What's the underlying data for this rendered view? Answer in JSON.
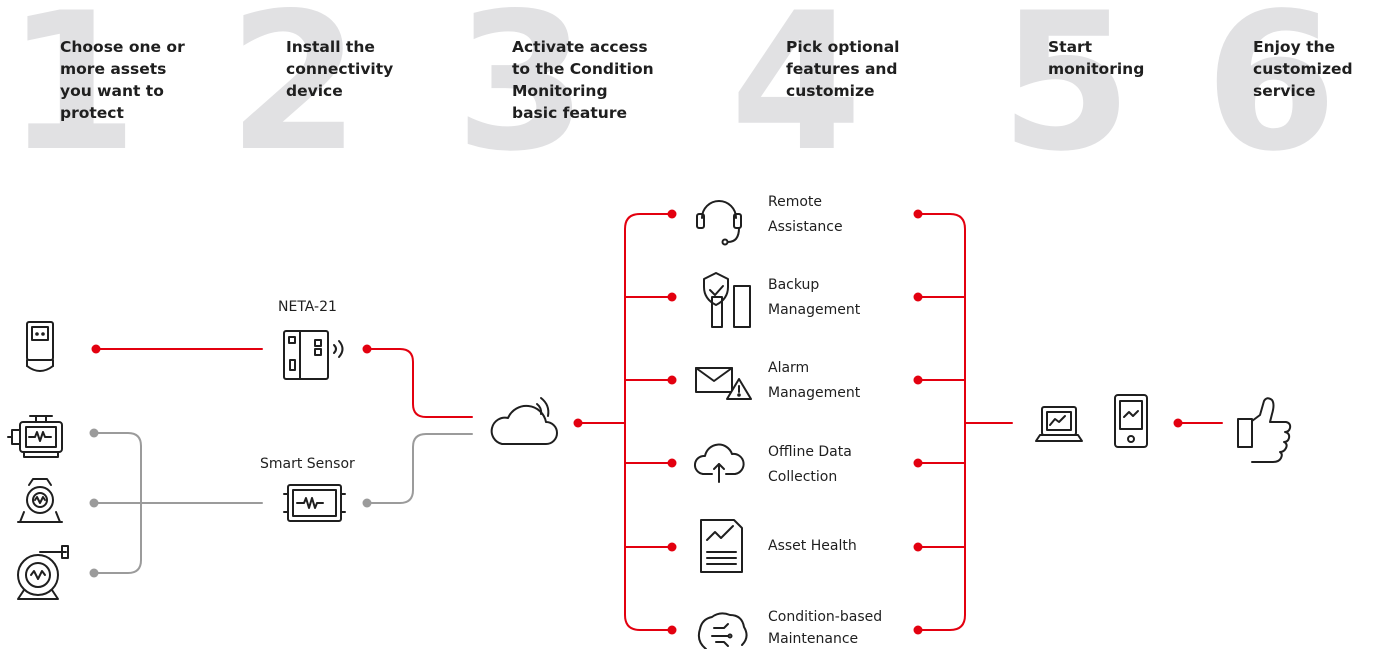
{
  "steps": [
    {
      "number": "1",
      "label": "Choose one or\nmore assets\nyou want to\nprotect"
    },
    {
      "number": "2",
      "label": "Install the\nconnectivity\ndevice"
    },
    {
      "number": "3",
      "label": "Activate access\nto the Condition\nMonitoring\nbasic feature"
    },
    {
      "number": "4",
      "label": "Pick optional\nfeatures and\ncustomize"
    },
    {
      "number": "5",
      "label": "Start\nmonitoring"
    },
    {
      "number": "6",
      "label": "Enjoy the\ncustomized\nservice"
    }
  ],
  "devices": {
    "neta": "NETA-21",
    "smart_sensor": "Smart Sensor"
  },
  "features": [
    {
      "label": "Remote\nAssistance",
      "icon": "headset-icon"
    },
    {
      "label": "Backup\nManagement",
      "icon": "shield-check-icon"
    },
    {
      "label": "Alarm\nManagement",
      "icon": "envelope-warning-icon"
    },
    {
      "label": "Offline Data\nCollection",
      "icon": "cloud-upload-icon"
    },
    {
      "label": "Asset Health",
      "icon": "document-chart-icon"
    },
    {
      "label": "Condition-based\nMaintenance",
      "icon": "brain-circuit-icon"
    }
  ],
  "colors": {
    "accent": "#e3000f",
    "gray_line": "#9b9b9b",
    "big_number": "#e1e1e3",
    "icon": "#1f1f1f"
  }
}
